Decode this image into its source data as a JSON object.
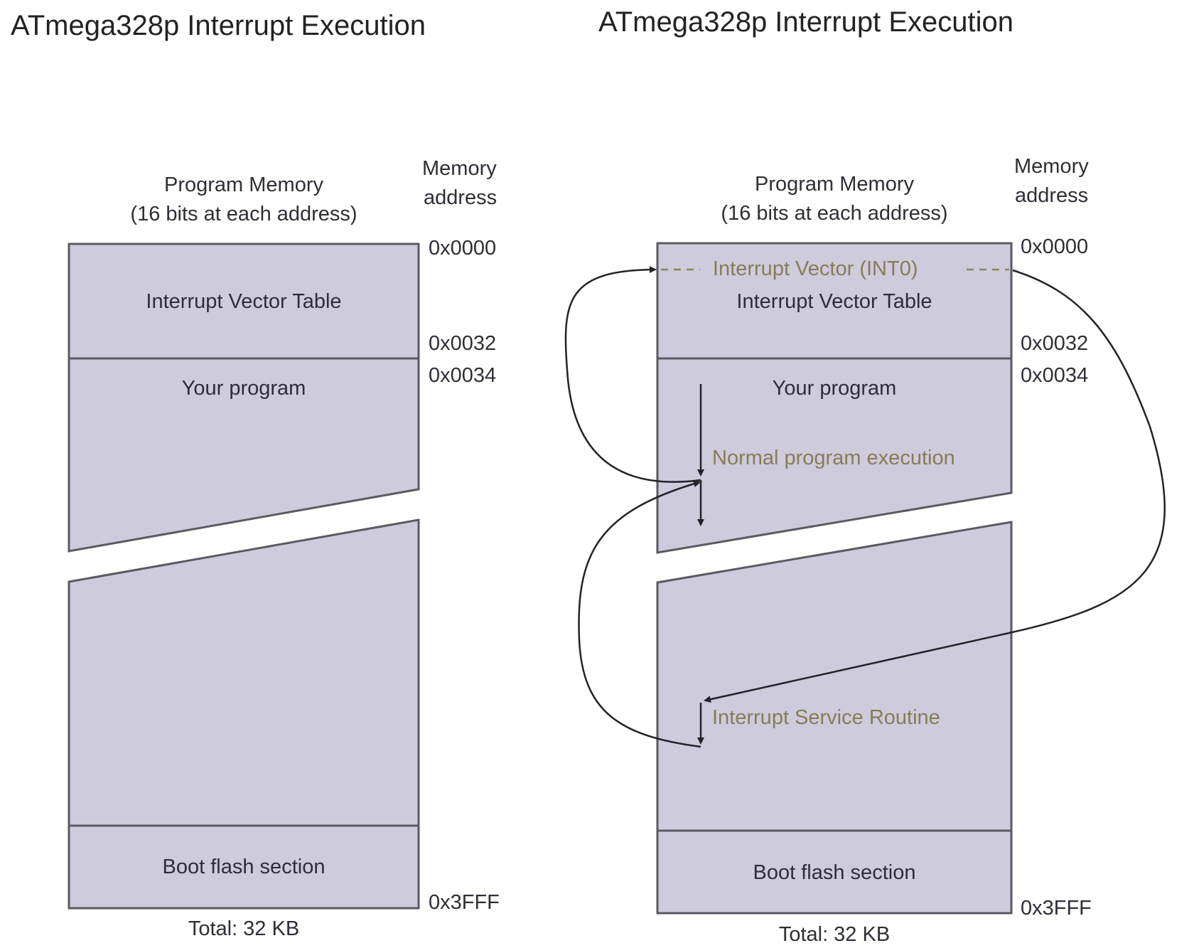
{
  "colors": {
    "region_fill": "#cecbdd",
    "outline": "#5a5a62",
    "highlight_text": "#857d55",
    "arrow": "#222228"
  },
  "left": {
    "title": "ATmega328p Interrupt Execution",
    "header_line1": "Program Memory",
    "header_line2": "(16 bits at each address)",
    "addr_header_line1": "Memory",
    "addr_header_line2": "address",
    "regions": {
      "ivt": "Interrupt Vector Table",
      "program": "Your program",
      "boot": "Boot flash section"
    },
    "addresses": {
      "a0": "0x0000",
      "a1": "0x0032",
      "a2": "0x0034",
      "a3": "0x3FFF"
    },
    "total": "Total: 32 KB"
  },
  "right": {
    "title": "ATmega328p Interrupt Execution",
    "header_line1": "Program Memory",
    "header_line2": "(16 bits at each address)",
    "addr_header_line1": "Memory",
    "addr_header_line2": "address",
    "regions": {
      "ivt": "Interrupt Vector Table",
      "program": "Your program",
      "boot": "Boot flash section"
    },
    "addresses": {
      "a0": "0x0000",
      "a1": "0x0032",
      "a2": "0x0034",
      "a3": "0x3FFF"
    },
    "annotations": {
      "vector": "Interrupt Vector (INT0)",
      "normal": "Normal program execution",
      "isr": "Interrupt Service Routine"
    },
    "total": "Total: 32 KB"
  }
}
